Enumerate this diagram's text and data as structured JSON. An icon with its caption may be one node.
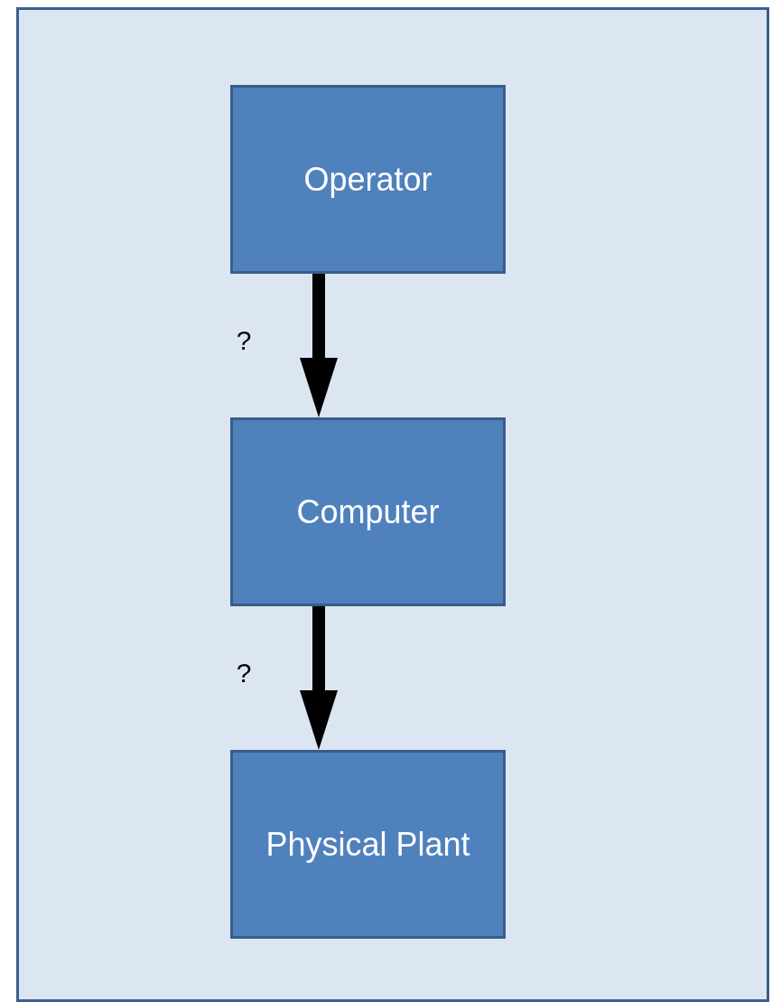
{
  "diagram": {
    "nodes": [
      {
        "text": [],
        "shape": "box"
      },
      {
        "text": [
          "Operator"
        ],
        "in": 0
      },
      {
        "text": [
          "Computer"
        ],
        "in": 0
      },
      {
        "text": [
          "Physical Plant"
        ],
        "in": 0
      }
    ],
    "edges": [
      {
        "from": 1,
        "to": 2,
        "arrow": "to",
        "label": "?"
      },
      {
        "from": 2,
        "to": 3,
        "arrow": "to",
        "label": "?"
      }
    ]
  }
}
